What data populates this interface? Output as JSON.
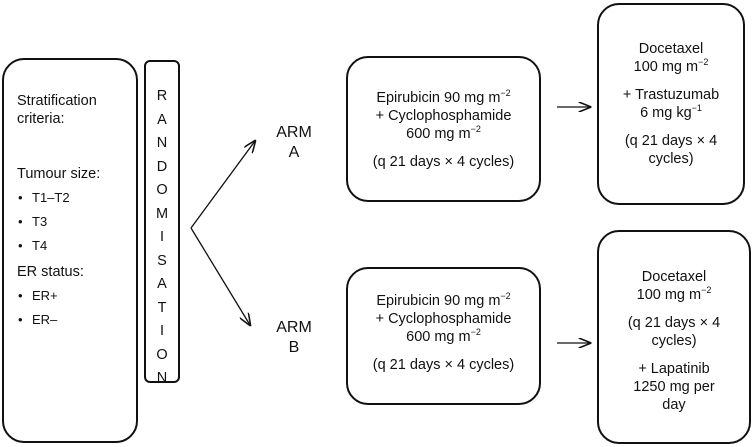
{
  "stratification": {
    "title_line1": "Stratification",
    "title_line2": "criteria:",
    "tumour_heading": "Tumour size:",
    "tumour_items": [
      "T1–T2",
      "T3",
      "T4"
    ],
    "er_heading": "ER status:",
    "er_items": [
      "ER+",
      "ER–"
    ]
  },
  "randomisation": {
    "letters": [
      "R",
      "A",
      "N",
      "D",
      "O",
      "M",
      "I",
      "S",
      "A",
      "T",
      "I",
      "O",
      "N"
    ]
  },
  "arms": {
    "a": {
      "label_line1": "ARM",
      "label_line2": "A"
    },
    "b": {
      "label_line1": "ARM",
      "label_line2": "B"
    }
  },
  "arm_a_box": {
    "line1_pre": "Epirubicin 90 mg m",
    "line1_sup": "−2",
    "line2": "+ Cyclophosphamide",
    "line3_pre": "600 mg m",
    "line3_sup": "−2",
    "schedule": "(q 21 days × 4 cycles)"
  },
  "arm_a_next": {
    "line1": "Docetaxel",
    "line2_pre": "100 mg m",
    "line2_sup": "−2",
    "line3": "+ Trastuzumab",
    "line4_pre": "6 mg kg",
    "line4_sup": "−1",
    "schedule1": "(q 21 days × 4",
    "schedule2": "cycles)"
  },
  "arm_b_box": {
    "line1_pre": "Epirubicin 90 mg m",
    "line1_sup": "−2",
    "line2": "+ Cyclophosphamide",
    "line3_pre": "600 mg m",
    "line3_sup": "−2",
    "schedule": "(q 21 days × 4 cycles)"
  },
  "arm_b_next": {
    "line1": "Docetaxel",
    "line2_pre": "100 mg m",
    "line2_sup": "−2",
    "schedule1": "(q 21 days × 4",
    "schedule2": "cycles)",
    "line3": "+ Lapatinib",
    "line4": "1250 mg per",
    "line5": "day"
  }
}
